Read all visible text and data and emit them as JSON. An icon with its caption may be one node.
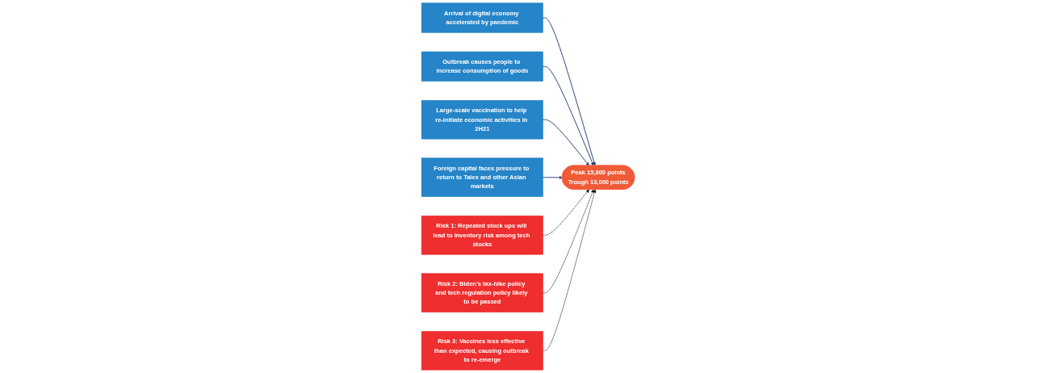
{
  "diagram": {
    "nodes": [
      {
        "text": [
          "Arrival of digital economy accelerated by pandemic"
        ]
      },
      {
        "text": [
          "Outbreak causes people to increase consumption of goods"
        ]
      },
      {
        "text": [
          "Large-scale vaccination to help re-initiate economic activities in 2H21"
        ]
      },
      {
        "text": [
          "Foreign capital faces pressure to return to Taiex and other Asian markets"
        ]
      },
      {
        "text": [
          "Peak 15,800 points",
          "Trough 13,000 points"
        ]
      },
      {
        "text": [
          "Risk 1: Repeated stock ups will lead to inventory risk among tech stocks"
        ]
      },
      {
        "text": [
          "Risk 2: Biden’s tax-hike policy and tech regulation policy likely to be passed"
        ]
      },
      {
        "text": [
          "Risk 3: Vaccines less effective than expected, causing outbreak to re-emerge"
        ]
      }
    ],
    "edges": [
      {
        "from": 0,
        "to": 4,
        "arrow": "to"
      },
      {
        "from": 1,
        "to": 4,
        "arrow": "to"
      },
      {
        "from": 2,
        "to": 4,
        "arrow": "to"
      },
      {
        "from": 3,
        "to": 4,
        "arrow": "to"
      },
      {
        "from": 5,
        "to": 4,
        "arrow": "to",
        "style": "dashed",
        "color": "#000000"
      },
      {
        "from": 6,
        "to": 4,
        "arrow": "to",
        "style": "dashed",
        "color": "#000000"
      },
      {
        "from": 7,
        "to": 4,
        "arrow": "to",
        "style": "dashed",
        "color": "#000000"
      }
    ]
  }
}
